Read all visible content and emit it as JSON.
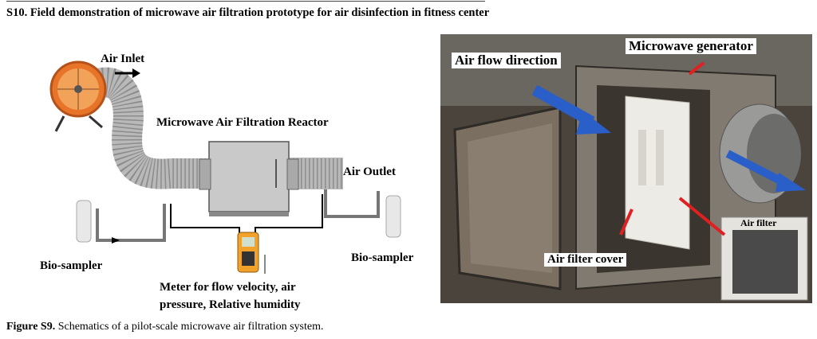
{
  "heading": "S10. Field demonstration of microwave air filtration prototype for air disinfection in fitness center",
  "schematic": {
    "air_inlet": "Air Inlet",
    "reactor": "Microwave Air Filtration Reactor",
    "air_outlet": "Air Outlet",
    "bio_sampler_left": "Bio-sampler",
    "bio_sampler_right": "Bio-sampler",
    "meter": "Meter for flow velocity, air pressure, Relative humidity"
  },
  "photo": {
    "air_flow_direction": "Air flow direction",
    "microwave_generator": "Microwave generator",
    "air_filter": "Air filter",
    "air_filter_cover": "Air filter cover"
  },
  "caption": {
    "label": "Figure S9.",
    "text": " Schematics of a pilot-scale microwave air filtration system."
  }
}
